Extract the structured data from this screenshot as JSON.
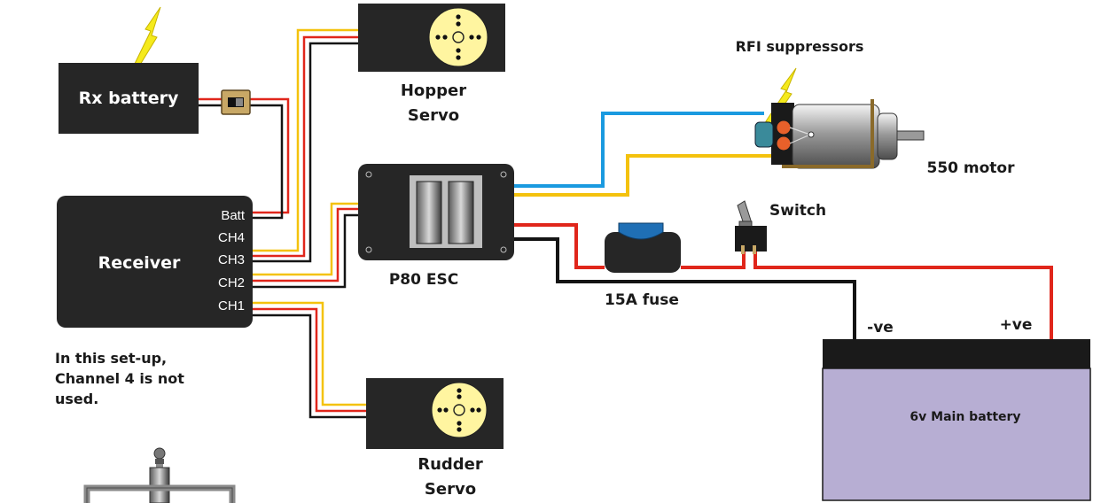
{
  "labels": {
    "rx_battery": "Rx battery",
    "receiver": "Receiver",
    "hopper_servo_1": "Hopper",
    "hopper_servo_2": "Servo",
    "rudder_servo_1": "Rudder",
    "rudder_servo_2": "Servo",
    "esc": "P80 ESC",
    "fuse": "15A fuse",
    "switch": "Switch",
    "rfi": "RFI suppressors",
    "motor": "550 motor",
    "main_battery": "6v Main battery",
    "neg": "-ve",
    "pos": "+ve"
  },
  "receiver_pins": [
    "Batt",
    "CH4",
    "CH3",
    "CH2",
    "CH1"
  ],
  "note": [
    "In this set-up,",
    "Channel 4 is not",
    "used."
  ],
  "colors": {
    "wire_red": "#e0261b",
    "wire_yellow": "#f4c20d",
    "wire_black": "#141414",
    "wire_blue": "#1a9ae0",
    "component_dark": "#262626",
    "servo_disc": "#fff5a0",
    "battery_body": "#b7aed3",
    "lightning": "#f5ea1c",
    "fuse_blue": "#1f6fb5"
  }
}
